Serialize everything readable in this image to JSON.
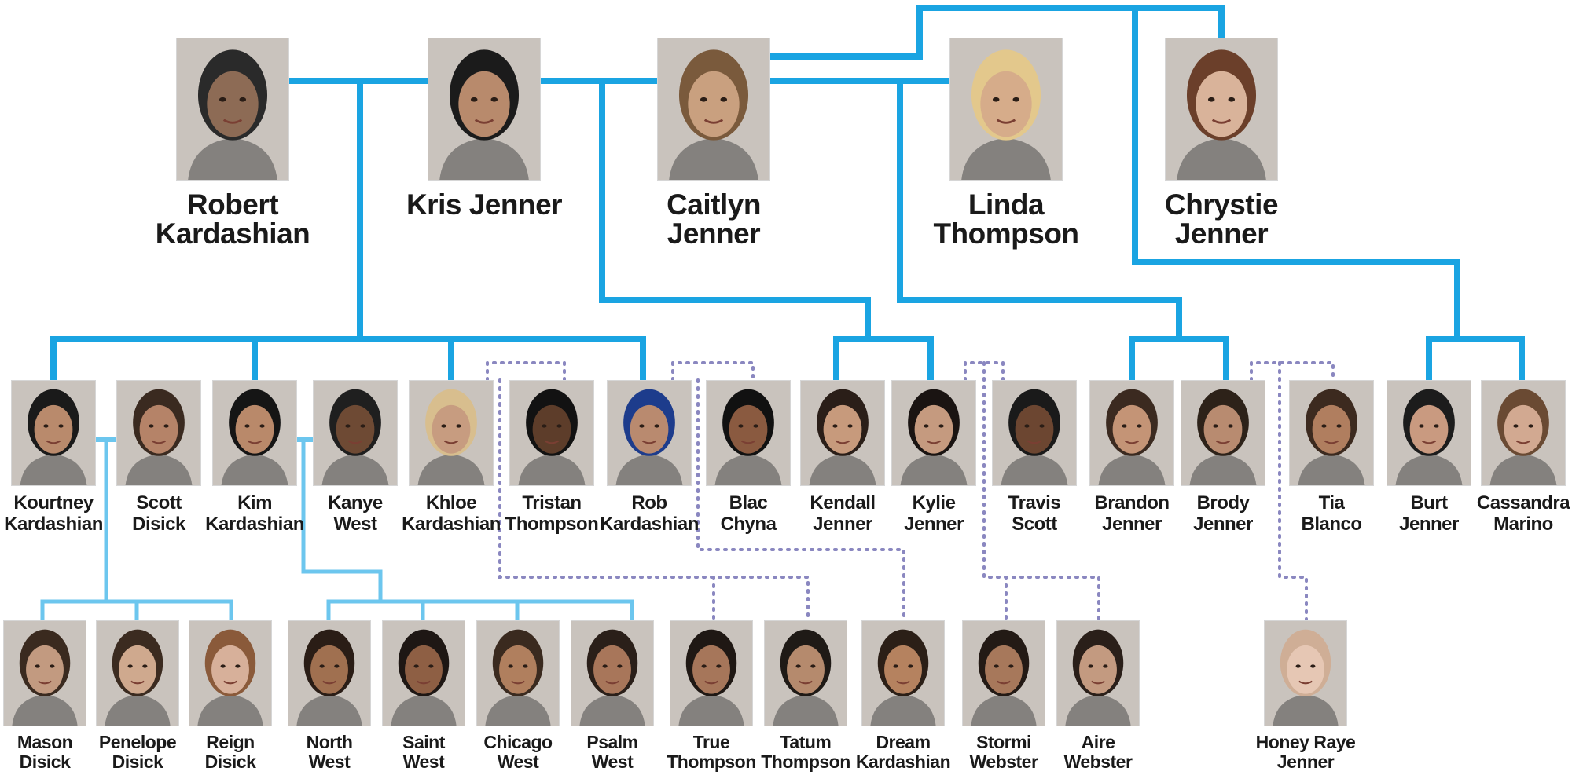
{
  "colors": {
    "marriage_line": "#1aa4e2",
    "child_line": "#6cc6ee",
    "partner_dotted": "#8a87c0",
    "text": "#1a1a1a",
    "photo_border": "#d6d6d6"
  },
  "people": {
    "robert": {
      "line1": "Robert",
      "line2": "Kardashian",
      "photo": "#8d6b55",
      "hair": "#2a2a2a"
    },
    "kris": {
      "line1": "Kris Jenner",
      "line2": "",
      "photo": "#b88a6c",
      "hair": "#1b1b1b"
    },
    "caitlyn": {
      "line1": "Caitlyn",
      "line2": "Jenner",
      "photo": "#c9a07f",
      "hair": "#7a5a3c"
    },
    "linda": {
      "line1": "Linda",
      "line2": "Thompson",
      "photo": "#d6ac8a",
      "hair": "#e3c88c"
    },
    "chrystie": {
      "line1": "Chrystie",
      "line2": "Jenner",
      "photo": "#d9b39a",
      "hair": "#6b3f2a"
    },
    "kourtney": {
      "line1": "Kourtney",
      "line2": "Kardashian",
      "photo": "#b98a6c",
      "hair": "#1a1a1a"
    },
    "scott": {
      "line1": "Scott",
      "line2": "Disick",
      "photo": "#b58368",
      "hair": "#3a2a20"
    },
    "kim": {
      "line1": "Kim",
      "line2": "Kardashian",
      "photo": "#b9896a",
      "hair": "#151515"
    },
    "kanye": {
      "line1": "Kanye",
      "line2": "West",
      "photo": "#6e4a34",
      "hair": "#1f1f1f"
    },
    "khloe": {
      "line1": "Khloe",
      "line2": "Kardashian",
      "photo": "#c79c80",
      "hair": "#d8be8e"
    },
    "tristan": {
      "line1": "Tristan",
      "line2": "Thompson",
      "photo": "#5d3d2a",
      "hair": "#121212"
    },
    "rob": {
      "line1": "Rob",
      "line2": "Kardashian",
      "photo": "#b98a6f",
      "hair": "#1d3c8c"
    },
    "blac": {
      "line1": "Blac",
      "line2": "Chyna",
      "photo": "#8a5a40",
      "hair": "#111111"
    },
    "kendall": {
      "line1": "Kendall",
      "line2": "Jenner",
      "photo": "#c79a7c",
      "hair": "#2a1e18"
    },
    "kylie": {
      "line1": "Kylie",
      "line2": "Jenner",
      "photo": "#c59a7f",
      "hair": "#1a1412"
    },
    "travis": {
      "line1": "Travis",
      "line2": "Scott",
      "photo": "#6c4631",
      "hair": "#1a1a1a"
    },
    "brandon": {
      "line1": "Brandon",
      "line2": "Jenner",
      "photo": "#c49476",
      "hair": "#3b2a20"
    },
    "brody": {
      "line1": "Brody",
      "line2": "Jenner",
      "photo": "#b88b70",
      "hair": "#2d2219"
    },
    "tia": {
      "line1": "Tia",
      "line2": "Blanco",
      "photo": "#b07e5f",
      "hair": "#3c2a1f"
    },
    "burt": {
      "line1": "Burt",
      "line2": "Jenner",
      "photo": "#c99a80",
      "hair": "#1c1c1c"
    },
    "cassandra": {
      "line1": "Cassandra",
      "line2": "Marino",
      "photo": "#d2a991",
      "hair": "#6a4a33"
    },
    "mason": {
      "line1": "Mason",
      "line2": "Disick",
      "photo": "#c29a80",
      "hair": "#3a2a1f"
    },
    "penelope": {
      "line1": "Penelope",
      "line2": "Disick",
      "photo": "#cfa98e",
      "hair": "#3b2b20"
    },
    "reign": {
      "line1": "Reign",
      "line2": "Disick",
      "photo": "#d7b09a",
      "hair": "#8a5a3a"
    },
    "north": {
      "line1": "North",
      "line2": "West",
      "photo": "#a07050",
      "hair": "#2a1d16"
    },
    "saint": {
      "line1": "Saint",
      "line2": "West",
      "photo": "#8e5f44",
      "hair": "#1e1714"
    },
    "chicago": {
      "line1": "Chicago",
      "line2": "West",
      "photo": "#b07f5e",
      "hair": "#3a2a1f"
    },
    "psalm": {
      "line1": "Psalm",
      "line2": "West",
      "photo": "#a8765a",
      "hair": "#2a1f19"
    },
    "true": {
      "line1": "True",
      "line2": "Thompson",
      "photo": "#a6765a",
      "hair": "#1f1814"
    },
    "tatum": {
      "line1": "Tatum",
      "line2": "Thompson",
      "photo": "#b58a6d",
      "hair": "#1f1a16"
    },
    "dream": {
      "line1": "Dream",
      "line2": "Kardashian",
      "photo": "#b5825f",
      "hair": "#2b1f17"
    },
    "stormi": {
      "line1": "Stormi",
      "line2": "Webster",
      "photo": "#a7785b",
      "hair": "#231a15"
    },
    "aire": {
      "line1": "Aire",
      "line2": "Webster",
      "photo": "#c39a80",
      "hair": "#2a1f19"
    },
    "honey": {
      "line1": "Honey Raye",
      "line2": "Jenner",
      "photo": "#e6c7b4",
      "hair": "#cfae96"
    }
  }
}
